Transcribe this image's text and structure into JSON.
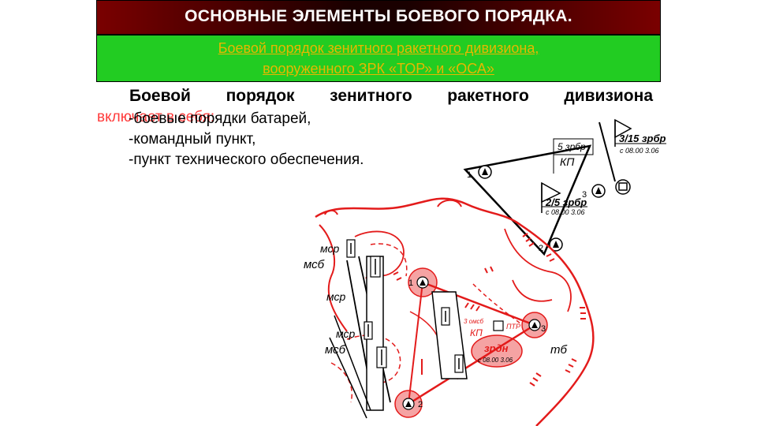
{
  "header": {
    "title": "ОСНОВНЫЕ ЭЛЕМЕНТЫ БОЕВОГО ПОРЯДКА.",
    "subtitle_line1": "Боевой порядок зенитного ракетного дивизиона,",
    "subtitle_line2": "вооруженного ЗРК «ТОР» и «ОСА»"
  },
  "body": {
    "heading": "Боевой   порядок   зенитного   ракетного   дивизиона",
    "overlay_text": "включает в себя:",
    "items": [
      "-боевые порядки батарей,",
      "-командный пункт,",
      "-пункт технического обеспечения."
    ]
  },
  "diagram": {
    "labels": {
      "zrbr_3_15": "3/15 зрбр",
      "time_3_15": "с 08.00 3.06",
      "zrbr_5": "5 зрбр",
      "kp": "КП",
      "num_1": "1",
      "num_3": "3",
      "num_2": "2",
      "zrbr_2_5": "2/5 зрбр",
      "time_2_5": "с 08.00 3.06",
      "msr_1": "мср",
      "msb_1": "мсб",
      "msr_2": "мср",
      "msr_3": "мср",
      "msb_2": "мсб",
      "red_1": "1",
      "red_3": "3",
      "red_2": "2",
      "red_kp_top": "3 омсб",
      "red_kp": "КП",
      "ptp": "ПТР",
      "zrdn": "зрдн",
      "time_zrdn": "с 08.00 3.06",
      "tb": "тб"
    }
  }
}
